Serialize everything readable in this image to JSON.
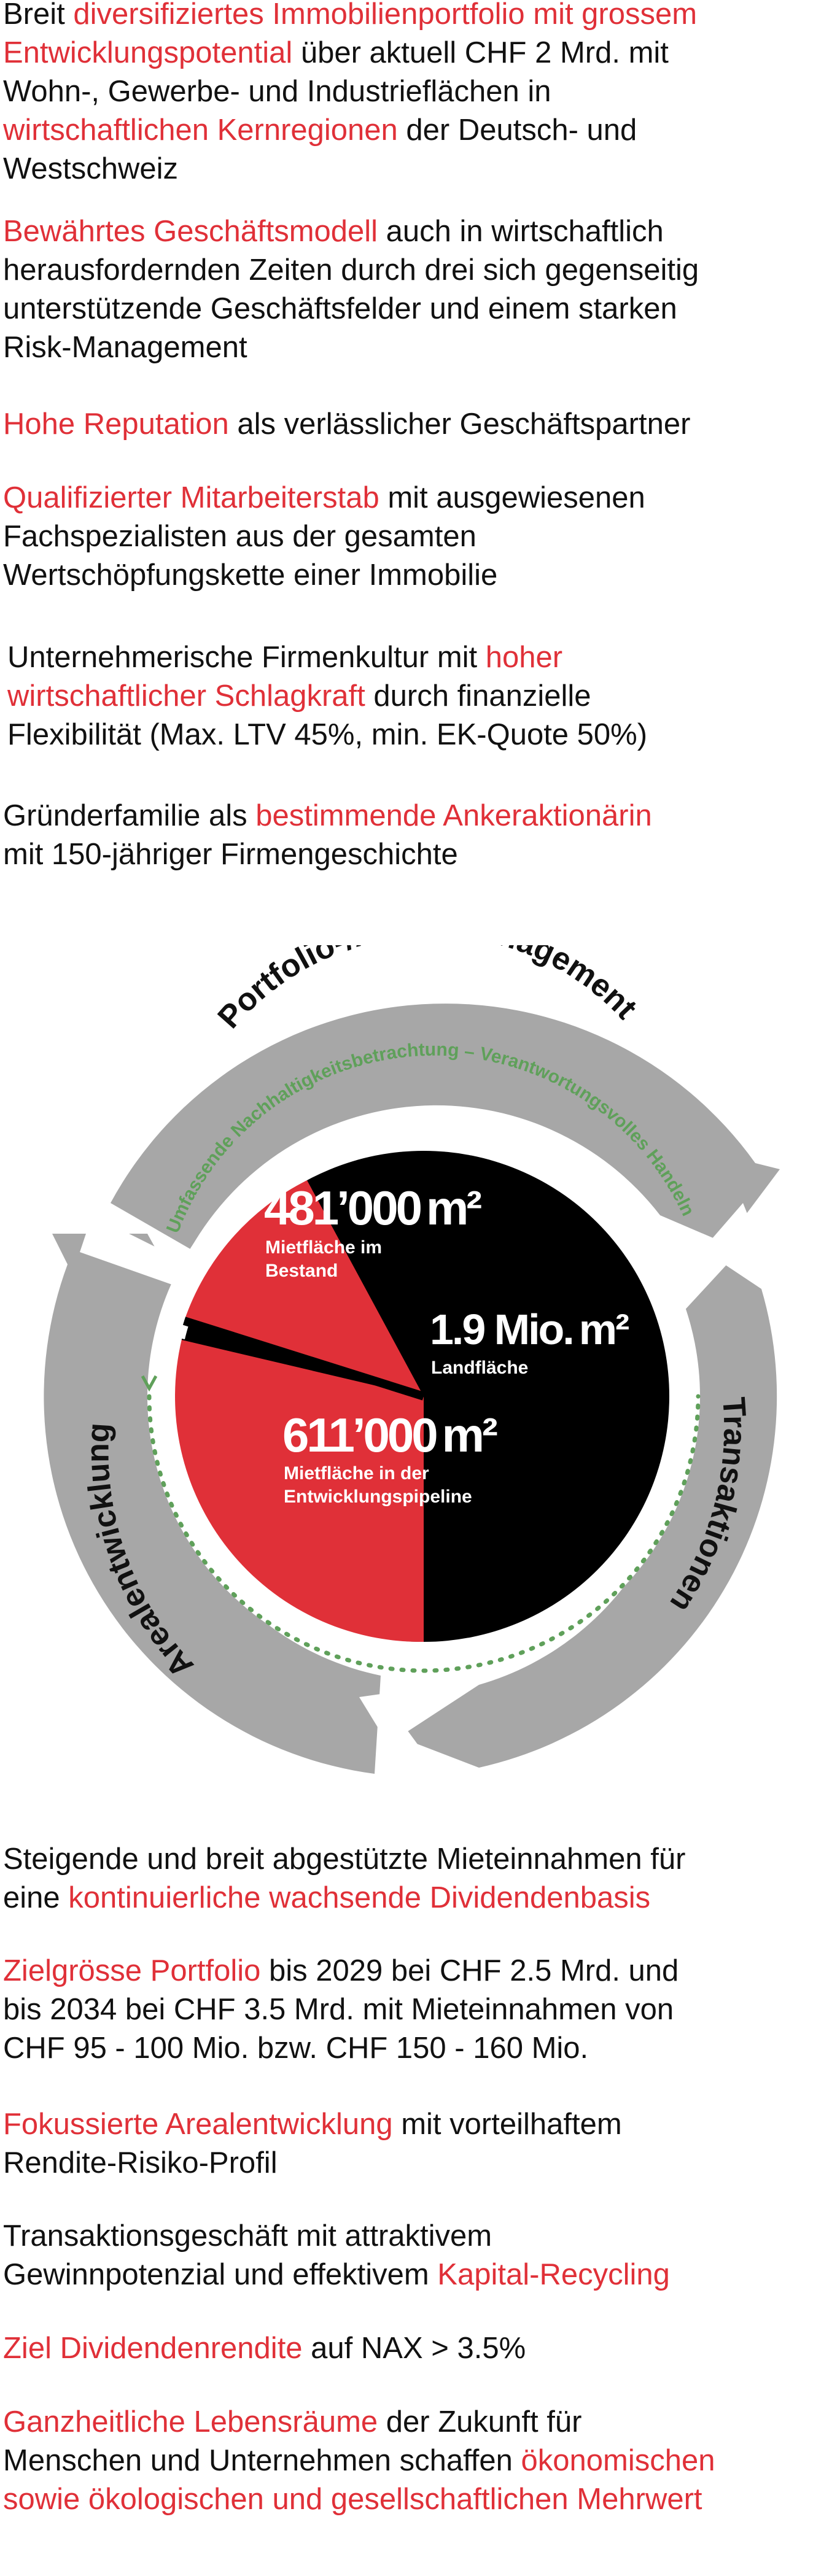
{
  "colors": {
    "accent": "#e03038",
    "ring": "#a7a7a7",
    "green": "#5fa05a",
    "black": "#000000"
  },
  "top_points": [
    [
      {
        "t": "Breit ",
        "red": false
      },
      {
        "t": "diversifiziertes Immobilienportfolio mit grossem",
        "red": true
      },
      {
        "br": true
      },
      {
        "t": "Entwicklungspotential",
        "red": true
      },
      {
        "t": " über aktuell CHF 2 Mrd. mit",
        "red": false
      },
      {
        "br": true
      },
      {
        "t": "Wohn-, Gewerbe- und Industrieflächen in",
        "red": false
      },
      {
        "br": true
      },
      {
        "t": "wirtschaftlichen Kernregionen",
        "red": true
      },
      {
        "t": " der Deutsch- und",
        "red": false
      },
      {
        "br": true
      },
      {
        "t": "Westschweiz",
        "red": false
      }
    ],
    [
      {
        "t": "Bewährtes Geschäftsmodell",
        "red": true
      },
      {
        "t": " auch in wirtschaftlich",
        "red": false
      },
      {
        "br": true
      },
      {
        "t": "herausfordernden Zeiten durch drei sich gegenseitig",
        "red": false
      },
      {
        "br": true
      },
      {
        "t": "unterstützende Geschäftsfelder und einem starken",
        "red": false
      },
      {
        "br": true
      },
      {
        "t": "Risk-Management",
        "red": false
      }
    ],
    [
      {
        "t": "Hohe Reputation",
        "red": true
      },
      {
        "t": " als verlässlicher Geschäftspartner",
        "red": false
      }
    ],
    [
      {
        "t": "Qualifizierter Mitarbeiterstab",
        "red": true
      },
      {
        "t": " mit ausgewiesenen",
        "red": false
      },
      {
        "br": true
      },
      {
        "t": "Fachspezialisten aus der gesamten",
        "red": false
      },
      {
        "br": true
      },
      {
        "t": "Wertschöpfungskette einer Immobilie",
        "red": false
      }
    ],
    [
      {
        "t": "Unternehmerische Firmenkultur mit ",
        "red": false
      },
      {
        "t": "hoher",
        "red": true
      },
      {
        "br": true
      },
      {
        "t": "wirtschaftlicher Schlagkraft",
        "red": true
      },
      {
        "t": " durch finanzielle",
        "red": false
      },
      {
        "br": true
      },
      {
        "t": "Flexibilität (Max. LTV 45%, min. EK-Quote 50%)",
        "red": false
      }
    ],
    [
      {
        "t": "Gründerfamilie als ",
        "red": false
      },
      {
        "t": "bestimmende Ankeraktionärin",
        "red": true
      },
      {
        "br": true
      },
      {
        "t": "mit 150-jähriger Firmengeschichte",
        "red": false
      }
    ]
  ],
  "diagram": {
    "ring_labels": {
      "top": "Portfolio-/Asset-Management",
      "right": "Transaktionen",
      "left": "Arealentwicklung"
    },
    "inner_arc": "Umfassende Nachhaltigkeitsbetrachtung – Verantwortungsvolles Handeln",
    "stats": {
      "stock": {
        "value": "481’000",
        "unit": "m²",
        "label_line1": "Mietfläche im",
        "label_line2": "Bestand"
      },
      "land": {
        "value": "1.9 Mio.",
        "unit": "m²",
        "label_line1": "Landfläche"
      },
      "pipeline": {
        "value": "611’000",
        "unit": "m²",
        "label_line1": "Mietfläche in der",
        "label_line2": "Entwicklungspipeline"
      }
    }
  },
  "bottom_points": [
    [
      {
        "t": "Steigende und breit abgestützte Mieteinnahmen für",
        "red": false
      },
      {
        "br": true
      },
      {
        "t": "eine ",
        "red": false
      },
      {
        "t": "kontinuierliche wachsende Dividendenbasis",
        "red": true
      }
    ],
    [
      {
        "t": "Zielgrösse Portfolio",
        "red": true
      },
      {
        "t": " bis 2029 bei CHF 2.5 Mrd. und",
        "red": false
      },
      {
        "br": true
      },
      {
        "t": "bis 2034 bei CHF 3.5 Mrd. mit Mieteinnahmen von",
        "red": false
      },
      {
        "br": true
      },
      {
        "t": "CHF 95 - 100 Mio. bzw. CHF 150 - 160 Mio.",
        "red": false
      }
    ],
    [
      {
        "t": "Fokussierte Arealentwicklung",
        "red": true
      },
      {
        "t": " mit vorteilhaftem",
        "red": false
      },
      {
        "br": true
      },
      {
        "t": "Rendite-Risiko-Profil",
        "red": false
      }
    ],
    [
      {
        "t": "Transaktionsgeschäft mit attraktivem",
        "red": false
      },
      {
        "br": true
      },
      {
        "t": "Gewinnpotenzial und effektivem ",
        "red": false
      },
      {
        "t": "Kapital-Recycling",
        "red": true
      }
    ],
    [
      {
        "t": "Ziel Dividendenrendite",
        "red": true
      },
      {
        "t": " auf NAX > 3.5%",
        "red": false
      }
    ],
    [
      {
        "t": "Ganzheitliche Lebensräume",
        "red": true
      },
      {
        "t": " der Zukunft für",
        "red": false
      },
      {
        "br": true
      },
      {
        "t": "Menschen und Unternehmen schaffen ",
        "red": false
      },
      {
        "t": "ökonomischen",
        "red": true
      },
      {
        "br": true
      },
      {
        "t": "sowie ökologischen und gesellschaftlichen Mehrwert",
        "red": true
      }
    ]
  ]
}
